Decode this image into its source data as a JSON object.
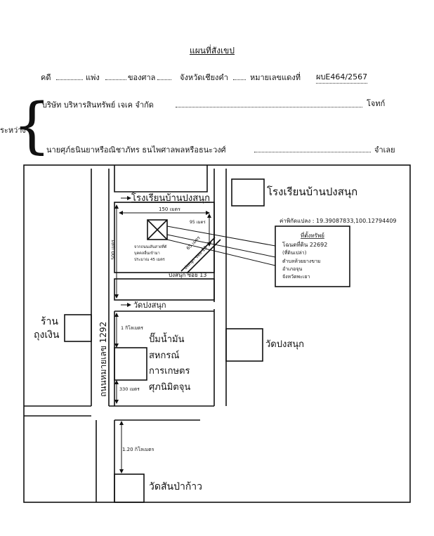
{
  "header": {
    "title": "แผนที่สังเขป",
    "case_label": "คดี",
    "case_type": "แพ่ง",
    "court_label": "ของศาล",
    "court_name": "จังหวัดเชียงคำ",
    "red_number_label": "หมายเลขแดงที่",
    "red_number": "ผบE464/2567",
    "between_label": "ระหว่าง",
    "plaintiff": "บริษัท บริหารสินทรัพย์ เจเค จำกัด",
    "plaintiff_role": "โจทก์",
    "defendant": "นายศุภ์ธนินยาหรือณิชาภัทร ธนไพศาลพลหรือธนะวงศ์",
    "defendant_role": "จำเลย"
  },
  "map": {
    "school_top_label": "โรงเรียนบ้านปงสนุก",
    "school_right_label": "โรงเรียนบ้านปงสนุก",
    "dist_150": "150 เมตร",
    "dist_95": "95 เมตร",
    "dist_500": "500 เมตร",
    "dist_65": "65 เมตร",
    "path_note_1": "จากถนนเส้นสายที่ตั",
    "path_note_2": "บุคคลอื่นเข้ามา",
    "path_note_3": "ประมาณ 45 เมตร",
    "soi_diag": "ปงสนุก ซอย 13",
    "soi_horiz": "ปงสนุก ซอย 13",
    "coords": "ค่าพิกัดแปลง : 19.39087833,100.12794409",
    "property_title": "ที่ตั้งทรัพย์",
    "property_deed": "โฉนดที่ดิน 22692",
    "property_type": "(ที่ดินเปล่า)",
    "property_subdistrict": "ตำบลห้วยยางขาม",
    "property_district": "อำเภอจุน",
    "property_province": "จังหวัดพะเยา",
    "temple_left_label": "วัดปงสนุก",
    "temple_right_label": "วัดปงสนุก",
    "shop_label_1": "ร้าน",
    "shop_label_2": "ถุงเงิน",
    "road_label": "ถนนหมายเลข 1292",
    "dist_1km": "1 กิโลเมตร",
    "dist_330": "330 เมตร",
    "gas_line_1": "ปั๊มน้ำมัน",
    "gas_line_2": "สหกรณ์",
    "gas_line_3": "การเกษตร",
    "gas_line_4": "ศุภนิมิตจุน",
    "dist_120km": "1.20 กิโลเมตร",
    "temple_bottom_label": "วัดสันป่าก้าว"
  }
}
